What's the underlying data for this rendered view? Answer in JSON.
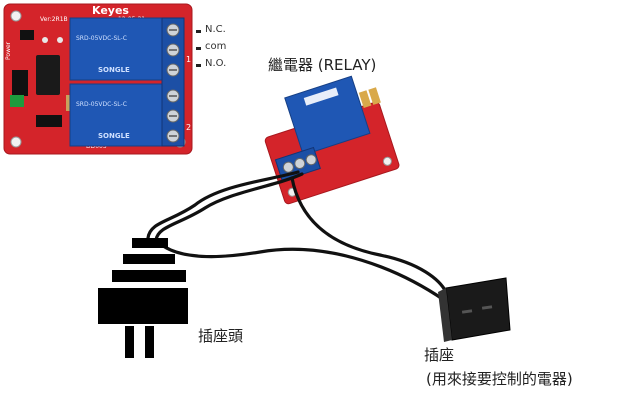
{
  "labels": {
    "relay_title": "繼電器 (RELAY)",
    "plug": "插座頭",
    "socket": "插座",
    "socket_note": "(用來接要控制的電器)"
  },
  "board": {
    "brand": "Keyes",
    "version": "Ver:2R1B",
    "date": "12-05-31",
    "side_text": "Power",
    "bottom_text": "DD005",
    "relay_text": "SRD-05VDC-SL-C",
    "relay_brand": "SONGLE",
    "terminal_labels": [
      "N.C.",
      "com",
      "N.O."
    ],
    "terminal_numbers": [
      "1",
      "2"
    ]
  },
  "colors": {
    "board": "#d4242a",
    "relay": "#1f57b4",
    "terminal": "#1c4fa5",
    "wire": "#111111",
    "plug": "#000000",
    "socket": "#1a1a1a"
  }
}
